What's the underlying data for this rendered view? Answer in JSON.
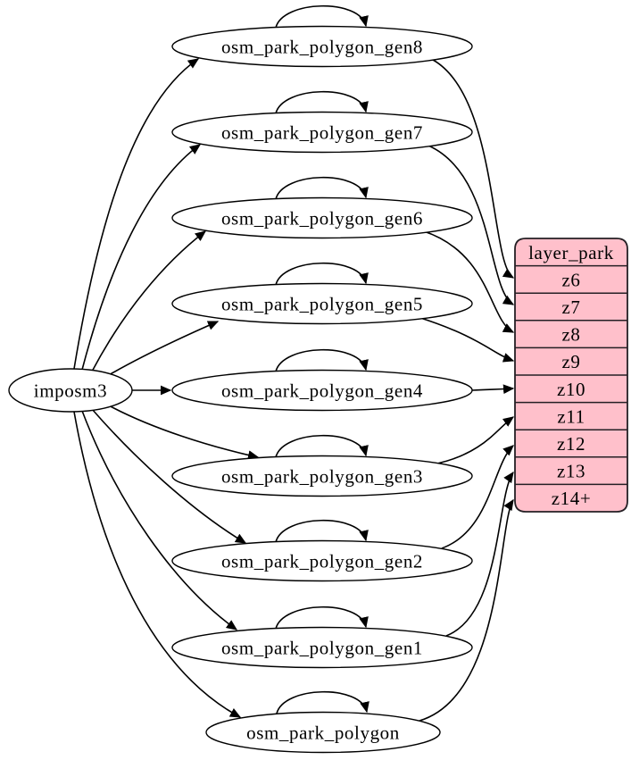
{
  "diagram": {
    "background_color": "#ffffff",
    "edge_color": "#000000",
    "source_node": {
      "label": "imposm3",
      "fill": "#ffffff"
    },
    "tables": [
      {
        "id": "osm_park_polygon_gen8",
        "label": "osm_park_polygon_gen8"
      },
      {
        "id": "osm_park_polygon_gen7",
        "label": "osm_park_polygon_gen7"
      },
      {
        "id": "osm_park_polygon_gen6",
        "label": "osm_park_polygon_gen6"
      },
      {
        "id": "osm_park_polygon_gen5",
        "label": "osm_park_polygon_gen5"
      },
      {
        "id": "osm_park_polygon_gen4",
        "label": "osm_park_polygon_gen4"
      },
      {
        "id": "osm_park_polygon_gen3",
        "label": "osm_park_polygon_gen3"
      },
      {
        "id": "osm_park_polygon_gen2",
        "label": "osm_park_polygon_gen2"
      },
      {
        "id": "osm_park_polygon_gen1",
        "label": "osm_park_polygon_gen1"
      },
      {
        "id": "osm_park_polygon",
        "label": "osm_park_polygon"
      }
    ],
    "layer_table": {
      "title": "layer_park",
      "rows": [
        "z6",
        "z7",
        "z8",
        "z9",
        "z10",
        "z11",
        "z12",
        "z13",
        "z14+"
      ],
      "fill": "#ffc0cb",
      "stroke": "#241f24"
    },
    "edges": [
      {
        "from": "imposm3",
        "to": "osm_park_polygon_gen8"
      },
      {
        "from": "imposm3",
        "to": "osm_park_polygon_gen7"
      },
      {
        "from": "imposm3",
        "to": "osm_park_polygon_gen6"
      },
      {
        "from": "imposm3",
        "to": "osm_park_polygon_gen5"
      },
      {
        "from": "imposm3",
        "to": "osm_park_polygon_gen4"
      },
      {
        "from": "imposm3",
        "to": "osm_park_polygon_gen3"
      },
      {
        "from": "imposm3",
        "to": "osm_park_polygon_gen2"
      },
      {
        "from": "imposm3",
        "to": "osm_park_polygon_gen1"
      },
      {
        "from": "imposm3",
        "to": "osm_park_polygon"
      },
      {
        "from": "osm_park_polygon_gen8",
        "to": "osm_park_polygon_gen8",
        "type": "self-loop"
      },
      {
        "from": "osm_park_polygon_gen7",
        "to": "osm_park_polygon_gen7",
        "type": "self-loop"
      },
      {
        "from": "osm_park_polygon_gen6",
        "to": "osm_park_polygon_gen6",
        "type": "self-loop"
      },
      {
        "from": "osm_park_polygon_gen5",
        "to": "osm_park_polygon_gen5",
        "type": "self-loop"
      },
      {
        "from": "osm_park_polygon_gen4",
        "to": "osm_park_polygon_gen4",
        "type": "self-loop"
      },
      {
        "from": "osm_park_polygon_gen3",
        "to": "osm_park_polygon_gen3",
        "type": "self-loop"
      },
      {
        "from": "osm_park_polygon_gen2",
        "to": "osm_park_polygon_gen2",
        "type": "self-loop"
      },
      {
        "from": "osm_park_polygon_gen1",
        "to": "osm_park_polygon_gen1",
        "type": "self-loop"
      },
      {
        "from": "osm_park_polygon",
        "to": "osm_park_polygon",
        "type": "self-loop"
      },
      {
        "from": "osm_park_polygon_gen8",
        "to": "layer_park.z6"
      },
      {
        "from": "osm_park_polygon_gen7",
        "to": "layer_park.z7"
      },
      {
        "from": "osm_park_polygon_gen6",
        "to": "layer_park.z8"
      },
      {
        "from": "osm_park_polygon_gen5",
        "to": "layer_park.z9"
      },
      {
        "from": "osm_park_polygon_gen4",
        "to": "layer_park.z10"
      },
      {
        "from": "osm_park_polygon_gen3",
        "to": "layer_park.z11"
      },
      {
        "from": "osm_park_polygon_gen2",
        "to": "layer_park.z12"
      },
      {
        "from": "osm_park_polygon_gen1",
        "to": "layer_park.z13"
      },
      {
        "from": "osm_park_polygon",
        "to": "layer_park.z14+"
      }
    ]
  }
}
